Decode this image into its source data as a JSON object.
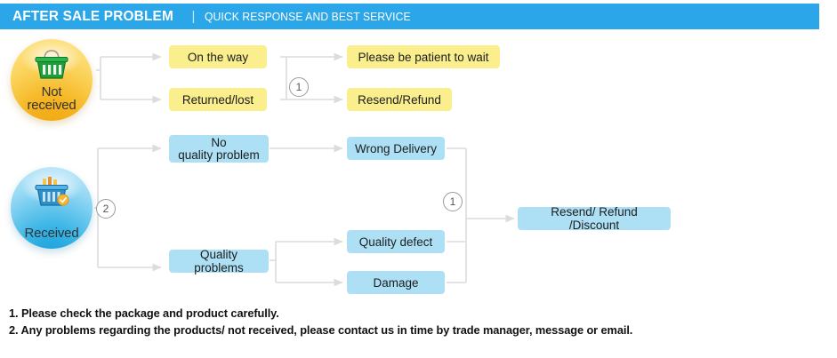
{
  "header": {
    "title": "AFTER SALE PROBLEM",
    "divider": "|",
    "subtitle": "QUICK RESPONSE AND BEST SERVICE",
    "bar_color": "#2BA6E8",
    "text_color": "#FFFFFF"
  },
  "flow": {
    "badges": [
      {
        "id": "not-received",
        "label_line1": "Not",
        "label_line2": "received",
        "icon": "shopping-basket-icon",
        "color": "#F5B31F"
      },
      {
        "id": "received",
        "label_line1": "Received",
        "label_line2": "",
        "icon": "shopping-basket-icon",
        "color": "#38B4E6"
      }
    ],
    "nodes": [
      {
        "id": "on-the-way",
        "label": "On the way",
        "color": "#FAEE8D"
      },
      {
        "id": "returned-lost",
        "label": "Returned/lost",
        "color": "#FAEE8D"
      },
      {
        "id": "be-patient",
        "label": "Please be patient to wait",
        "color": "#FAEE8D"
      },
      {
        "id": "resend-refund",
        "label": "Resend/Refund",
        "color": "#FAEE8D"
      },
      {
        "id": "no-quality-problem",
        "label_line1": "No",
        "label_line2": "quality problem",
        "color": "#ADE0F5"
      },
      {
        "id": "quality-problems",
        "label": "Quality problems",
        "color": "#ADE0F5"
      },
      {
        "id": "wrong-delivery",
        "label": "Wrong Delivery",
        "color": "#ADE0F5"
      },
      {
        "id": "quality-defect",
        "label": "Quality defect",
        "color": "#ADE0F5"
      },
      {
        "id": "damage",
        "label": "Damage",
        "color": "#ADE0F5"
      },
      {
        "id": "resend-refund-discount",
        "label": "Resend/ Refund /Discount",
        "color": "#ADE0F5"
      }
    ],
    "markers": [
      {
        "id": "marker-top",
        "label": "1"
      },
      {
        "id": "marker-branch",
        "label": "2"
      },
      {
        "id": "marker-merge",
        "label": "1"
      }
    ],
    "connector_color": "#DCDCDC"
  },
  "footer": {
    "lines": [
      "1. Please check the package and product carefully.",
      "2. Any problems regarding the products/ not received, please contact us in time by trade manager, message or email."
    ]
  }
}
